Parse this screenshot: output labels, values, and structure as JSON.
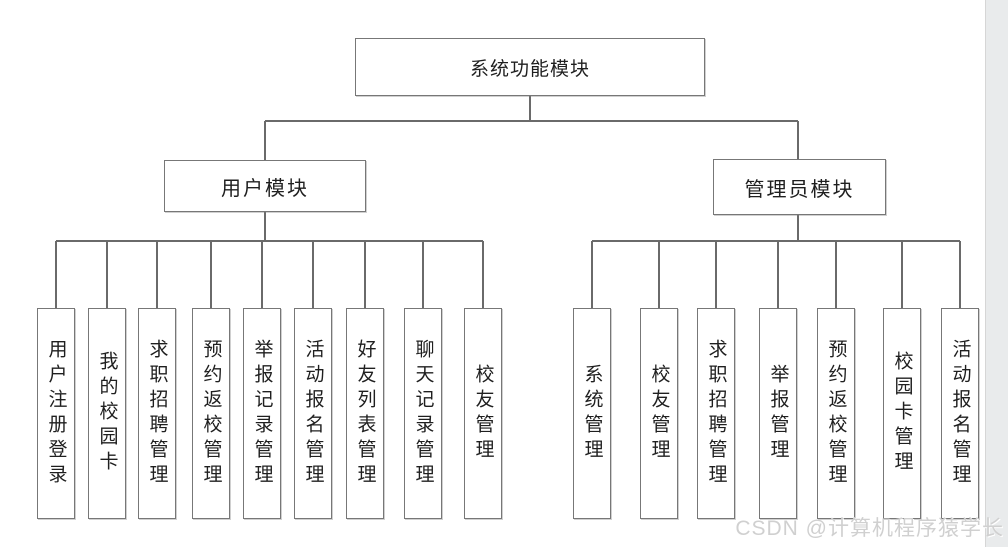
{
  "diagram": {
    "title": "系统功能模块",
    "modules": [
      {
        "label": "用户模块",
        "children": [
          "用户注册登录",
          "我的校园卡",
          "求职招聘管理",
          "预约返校管理",
          "举报记录管理",
          "活动报名管理",
          "好友列表管理",
          "聊天记录管理",
          "校友管理"
        ]
      },
      {
        "label": "管理员模块",
        "children": [
          "系统管理",
          "校友管理",
          "求职招聘管理",
          "举报管理",
          "预约返校管理",
          "校园卡管理",
          "活动报名管理"
        ]
      }
    ]
  },
  "watermark": "CSDN @计算机程序猿学长",
  "colors": {
    "line": "#6a6a6a",
    "box_border": "#777777",
    "text": "#1f1f1f",
    "watermark": "#d0d0d0",
    "background": "#ffffff",
    "edge_strip": "#e9ebec"
  }
}
